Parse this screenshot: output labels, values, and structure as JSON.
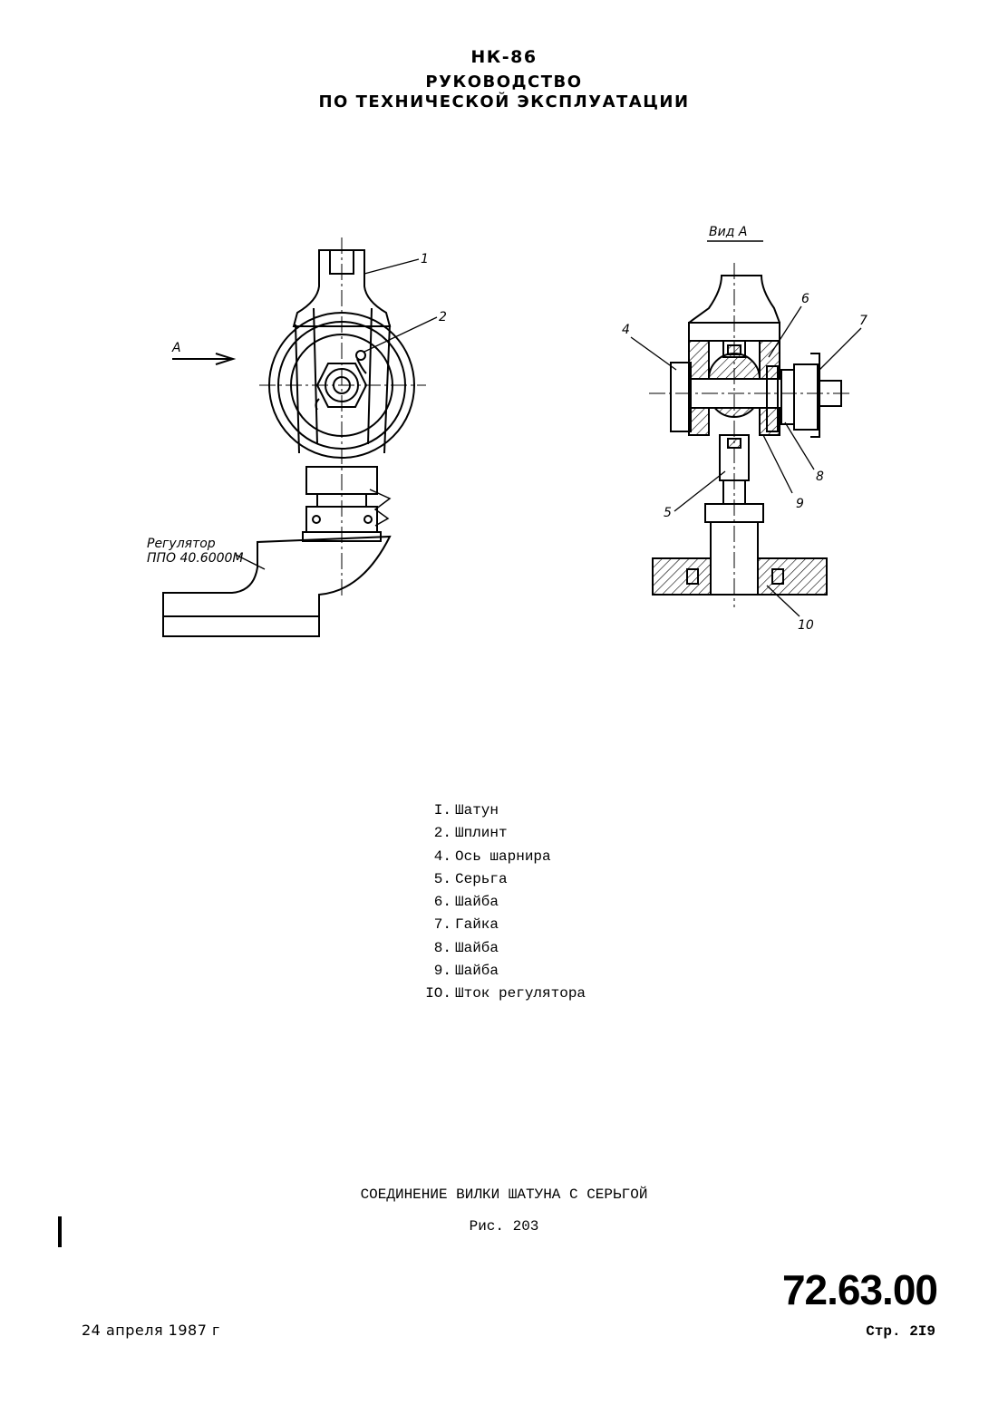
{
  "header": {
    "model": "НК-86",
    "title_line1": "РУКОВОДСТВО",
    "title_line2": "ПО ТЕХНИЧЕСКОЙ ЭКСПЛУАТАЦИИ"
  },
  "figure": {
    "arrow_label": "А",
    "view_label": "Вид А",
    "regulator_label_line1": "Регулятор",
    "regulator_label_line2": "ППО 40.6000М",
    "callouts": {
      "c1": "1",
      "c2": "2",
      "c4": "4",
      "c5": "5",
      "c6": "6",
      "c7": "7",
      "c8": "8",
      "c9": "9",
      "c10": "10"
    }
  },
  "legend": [
    {
      "num": "I.",
      "text": "Шатун"
    },
    {
      "num": "2.",
      "text": "Шплинт"
    },
    {
      "num": "4.",
      "text": "Ось шарнира"
    },
    {
      "num": "5.",
      "text": "Серьга"
    },
    {
      "num": "6.",
      "text": "Шайба"
    },
    {
      "num": "7.",
      "text": "Гайка"
    },
    {
      "num": "8.",
      "text": "Шайба"
    },
    {
      "num": "9.",
      "text": "Шайба"
    },
    {
      "num": "IO.",
      "text": "Шток регулятора"
    }
  ],
  "caption": "СОЕДИНЕНИЕ ВИЛКИ ШАТУНА С СЕРЬГОЙ",
  "figure_number": "Рис. 203",
  "doc_code": "72.63.00",
  "date": "24 апреля 1987 г",
  "page": "Стр. 2I9"
}
